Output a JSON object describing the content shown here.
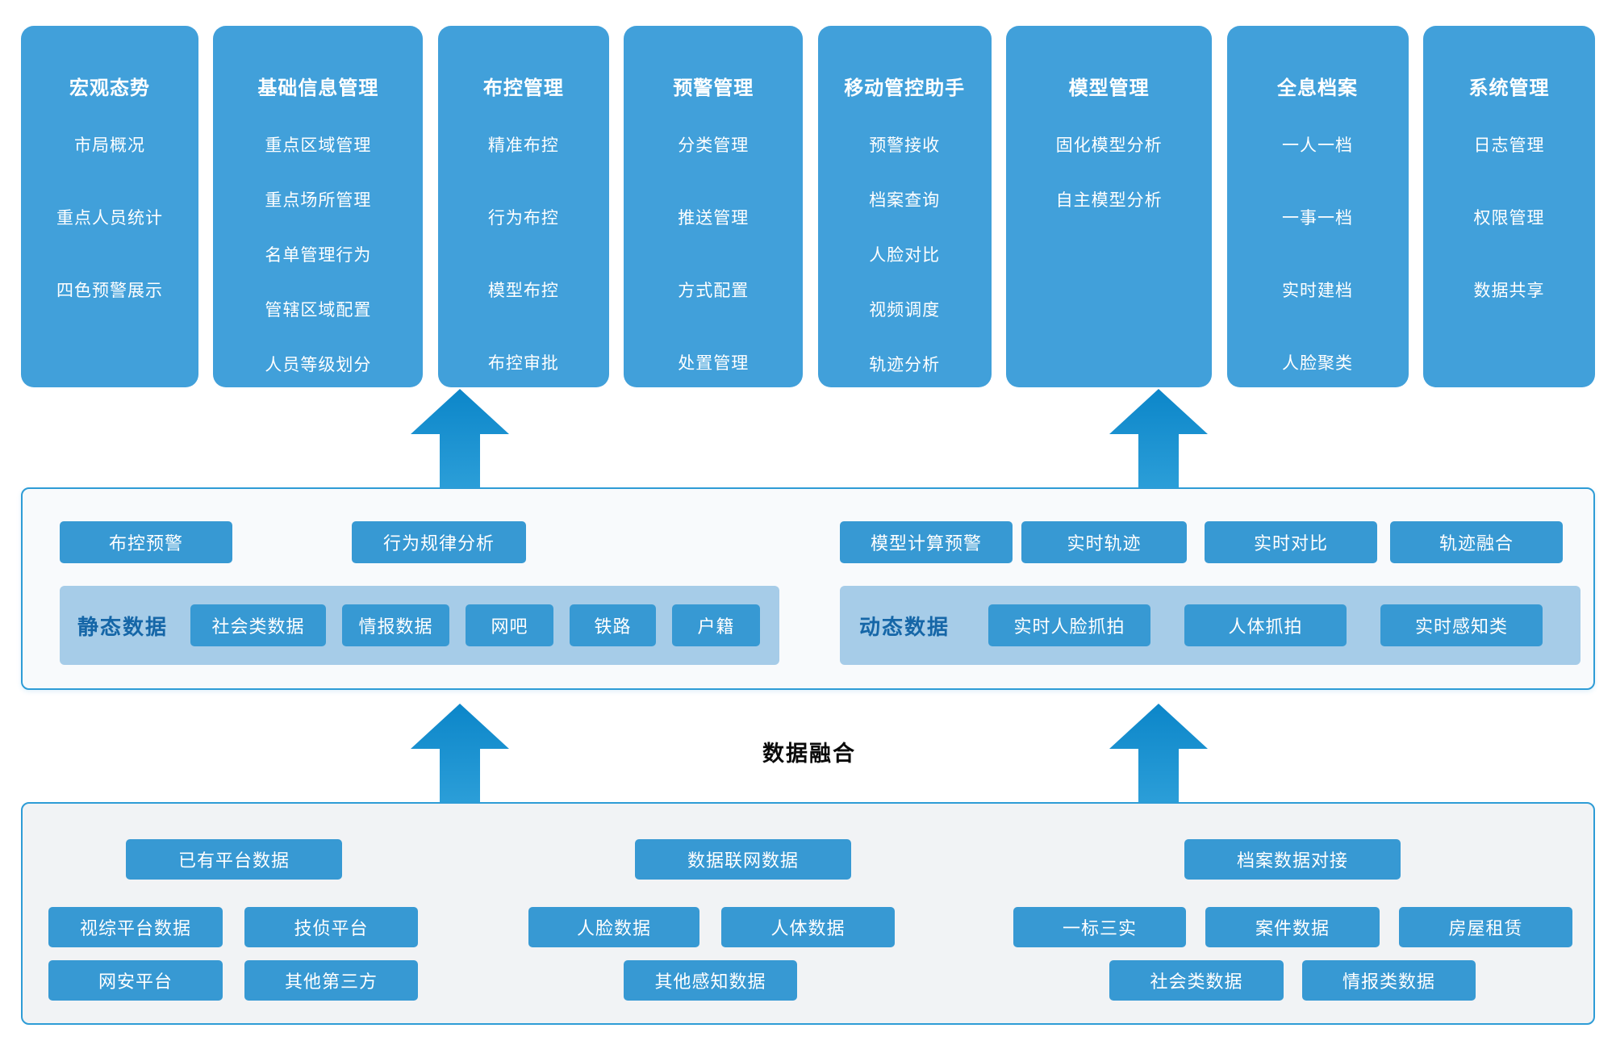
{
  "colors": {
    "card_blue": "#41A0DA",
    "button_blue": "#3799D3",
    "strip_bg": "#A6CCE8",
    "strip_label_blue": "#1566A7",
    "box_border_blue": "#2E9CD6",
    "arrow_dark": "#0C86C9",
    "arrow_light": "#2B9ED8",
    "mid_box_bg": "#F8FAFC",
    "bottom_box_bg": "#F1F3F5"
  },
  "top_modules": [
    {
      "title": "宏观态势",
      "items": [
        "市局概况",
        "重点人员统计",
        "四色预警展示"
      ]
    },
    {
      "title": "基础信息管理",
      "items": [
        "重点区域管理",
        "重点场所管理",
        "名单管理行为",
        "管辖区域配置",
        "人员等级划分"
      ]
    },
    {
      "title": "布控管理",
      "items": [
        "精准布控",
        "行为布控",
        "模型布控",
        "布控审批"
      ]
    },
    {
      "title": "预警管理",
      "items": [
        "分类管理",
        "推送管理",
        "方式配置",
        "处置管理"
      ]
    },
    {
      "title": "移动管控助手",
      "items": [
        "预警接收",
        "档案查询",
        "人脸对比",
        "视频调度",
        "轨迹分析"
      ]
    },
    {
      "title": "模型管理",
      "items": [
        "固化模型分析",
        "自主模型分析"
      ]
    },
    {
      "title": "全息档案",
      "items": [
        "一人一档",
        "一事一档",
        "实时建档",
        "人脸聚类"
      ]
    },
    {
      "title": "系统管理",
      "items": [
        "日志管理",
        "权限管理",
        "数据共享"
      ]
    }
  ],
  "middle": {
    "left_buttons": [
      "布控预警",
      "行为规律分析"
    ],
    "right_buttons": [
      "模型计算预警",
      "实时轨迹",
      "实时对比",
      "轨迹融合"
    ],
    "static_group": {
      "label": "静态数据",
      "items": [
        "社会类数据",
        "情报数据",
        "网吧",
        "铁路",
        "户籍"
      ]
    },
    "dynamic_group": {
      "label": "动态数据",
      "items": [
        "实时人脸抓拍",
        "人体抓拍",
        "实时感知类"
      ]
    }
  },
  "fusion_label": "数据融合",
  "bottom": {
    "headers": [
      "已有平台数据",
      "数据联网数据",
      "档案数据对接"
    ],
    "platform_buttons": [
      "视综平台数据",
      "技侦平台",
      "网安平台",
      "其他第三方"
    ],
    "network_buttons": [
      "人脸数据",
      "人体数据",
      "其他感知数据"
    ],
    "archive_buttons": [
      "一标三实",
      "案件数据",
      "房屋租赁",
      "社会类数据",
      "情报类数据"
    ]
  }
}
